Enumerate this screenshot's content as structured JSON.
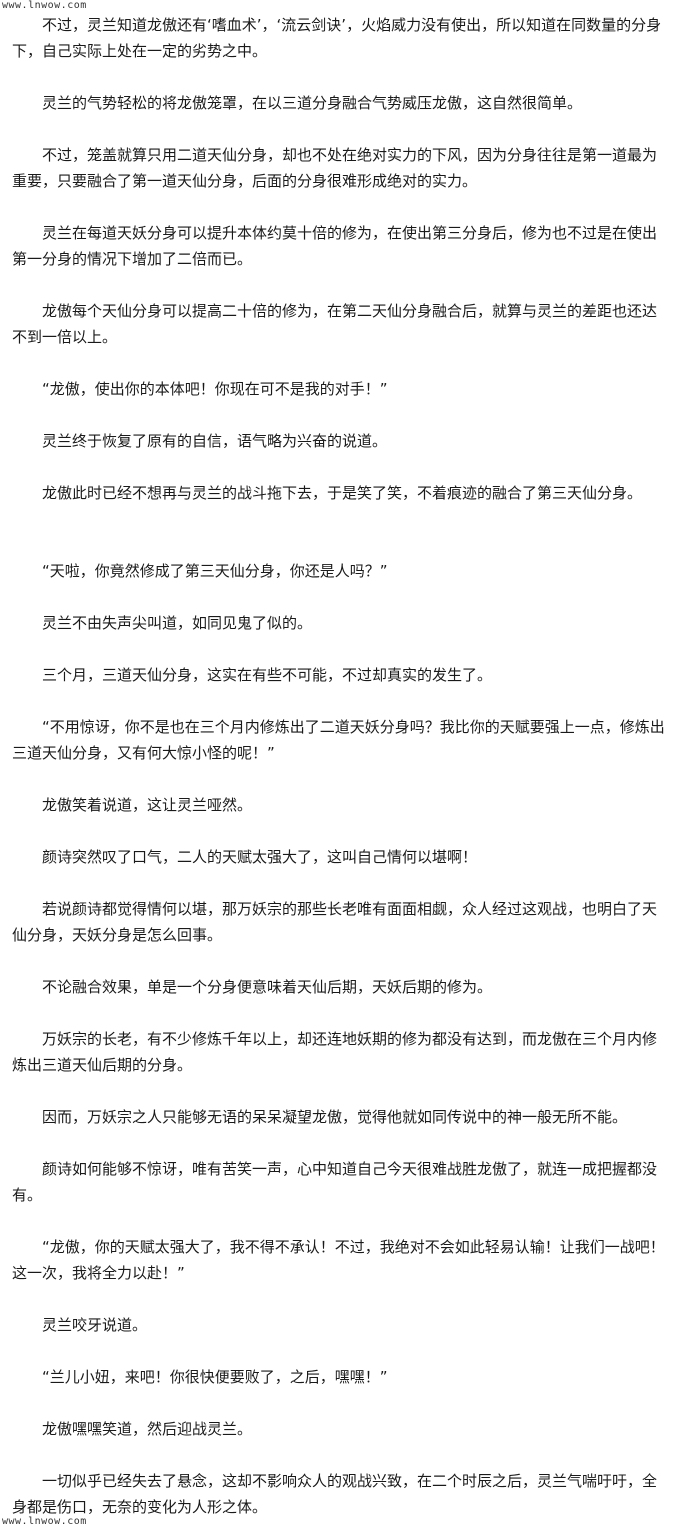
{
  "watermark": {
    "top": "www.lnwow.com",
    "bottom": "www.lnwow.com"
  },
  "paragraphs": [
    "不过，灵兰知道龙傲还有‘嗜血术’，‘流云剑诀’，火焰威力没有使出，所以知道在同数量的分身下，自己实际上处在一定的劣势之中。",
    "灵兰的气势轻松的将龙傲笼罩，在以三道分身融合气势威压龙傲，这自然很简单。",
    "不过，笼盖就算只用二道天仙分身，却也不处在绝对实力的下风，因为分身往往是第一道最为重要，只要融合了第一道天仙分身，后面的分身很难形成绝对的实力。",
    "灵兰在每道天妖分身可以提升本体约莫十倍的修为，在使出第三分身后，修为也不过是在使出第一分身的情况下增加了二倍而已。",
    "龙傲每个天仙分身可以提高二十倍的修为，在第二天仙分身融合后，就算与灵兰的差距也还达不到一倍以上。",
    "“龙傲，使出你的本体吧！你现在可不是我的对手！”",
    "灵兰终于恢复了原有的自信，语气略为兴奋的说道。",
    "龙傲此时已经不想再与灵兰的战斗拖下去，于是笑了笑，不着痕迹的融合了第三天仙分身。",
    "“天啦，你竟然修成了第三天仙分身，你还是人吗？”",
    "灵兰不由失声尖叫道，如同见鬼了似的。",
    "三个月，三道天仙分身，这实在有些不可能，不过却真实的发生了。",
    "“不用惊讶，你不是也在三个月内修炼出了二道天妖分身吗？我比你的天赋要强上一点，修炼出三道天仙分身，又有何大惊小怪的呢！”",
    "龙傲笑着说道，这让灵兰哑然。",
    "颜诗突然叹了口气，二人的天赋太强大了，这叫自己情何以堪啊！",
    "若说颜诗都觉得情何以堪，那万妖宗的那些长老唯有面面相觑，众人经过这观战，也明白了天仙分身，天妖分身是怎么回事。",
    "不论融合效果，单是一个分身便意味着天仙后期，天妖后期的修为。",
    "万妖宗的长老，有不少修炼千年以上，却还连地妖期的修为都没有达到，而龙傲在三个月内修炼出三道天仙后期的分身。",
    "因而，万妖宗之人只能够无语的呆呆凝望龙傲，觉得他就如同传说中的神一般无所不能。",
    "颜诗如何能够不惊讶，唯有苦笑一声，心中知道自己今天很难战胜龙傲了，就连一成把握都没有。",
    "“龙傲，你的天赋太强大了，我不得不承认！不过，我绝对不会如此轻易认输！让我们一战吧！这一次，我将全力以赴！”",
    "灵兰咬牙说道。",
    "“兰儿小妞，来吧！你很快便要败了，之后，嘿嘿！”",
    "龙傲嘿嘿笑道，然后迎战灵兰。",
    "一切似乎已经失去了悬念，这却不影响众人的观战兴致，在二个时辰之后，灵兰气喘吁吁，全身都是伤口，无奈的变化为人形之体。"
  ]
}
